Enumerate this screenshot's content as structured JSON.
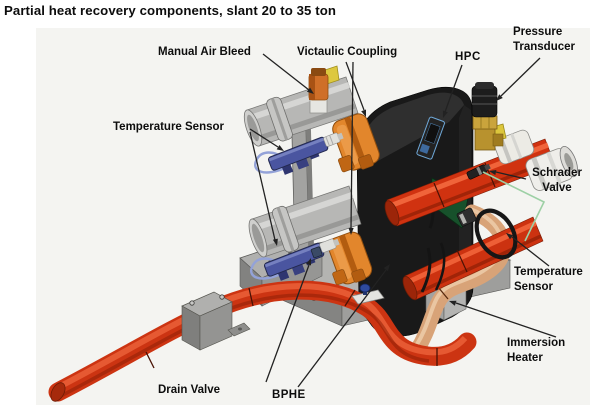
{
  "title": "Partial heat recovery components, slant 20 to 35 ton",
  "labels": {
    "manual_air_bleed": "Manual Air Bleed",
    "victaulic_coupling": "Victaulic Coupling",
    "hpc": "HPC",
    "pressure_transducer": "Pressure Transducer",
    "temperature_sensor_left": "Temperature Sensor",
    "schrader_valve": "Schrader Valve",
    "temperature_sensor_right": "Temperature Sensor",
    "immersion_heater": "Immersion Heater",
    "drain_valve": "Drain Valve",
    "bphe": "BPHE"
  },
  "colors": {
    "pipe_red": "#cc3412",
    "pipe_copper_tan": "#d8a378",
    "victaulic_orange": "#e2862c",
    "sensor_blue": "#4a55a0",
    "hpc_black": "#191919",
    "frame_gray": "#b4b4b1",
    "leader_black": "#222222",
    "leader_green": "#9dd0a5",
    "photo_background": "#f4f4f1"
  }
}
